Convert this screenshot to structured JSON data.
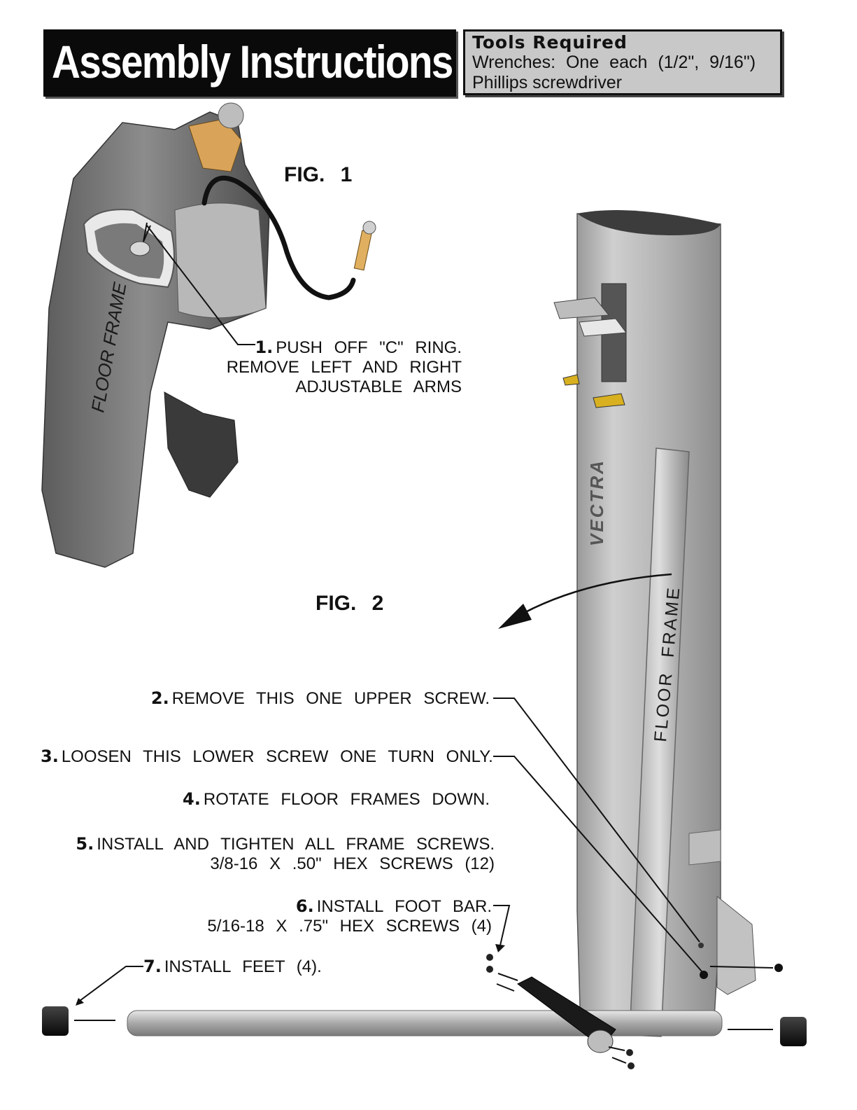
{
  "header": {
    "title": "Assembly Instructions",
    "tools_heading": "Tools Required",
    "tools_line1": "Wrenches: One each (1/2\", 9/16\")",
    "tools_line2": "Phillips screwdriver"
  },
  "figures": {
    "fig1_label": "FIG. 1",
    "fig2_label": "FIG. 2",
    "floor_frame_label": "FLOOR FRAME",
    "brand_label": "VECTRA"
  },
  "steps": [
    {
      "num": "1.",
      "lines": [
        "PUSH OFF \"C\" RING.",
        "REMOVE LEFT AND RIGHT",
        "ADJUSTABLE ARMS"
      ]
    },
    {
      "num": "2.",
      "lines": [
        "REMOVE THIS ONE UPPER SCREW."
      ]
    },
    {
      "num": "3.",
      "lines": [
        "LOOSEN THIS LOWER SCREW ONE TURN ONLY."
      ]
    },
    {
      "num": "4.",
      "lines": [
        "ROTATE FLOOR FRAMES DOWN."
      ]
    },
    {
      "num": "5.",
      "lines": [
        "INSTALL AND TIGHTEN ALL FRAME SCREWS.",
        "3/8-16 X .50\" HEX SCREWS (12)"
      ]
    },
    {
      "num": "6.",
      "lines": [
        "INSTALL FOOT BAR.",
        "5/16-18 X .75\" HEX SCREWS (4)"
      ]
    },
    {
      "num": "7.",
      "lines": [
        "INSTALL FEET (4)."
      ]
    }
  ]
}
